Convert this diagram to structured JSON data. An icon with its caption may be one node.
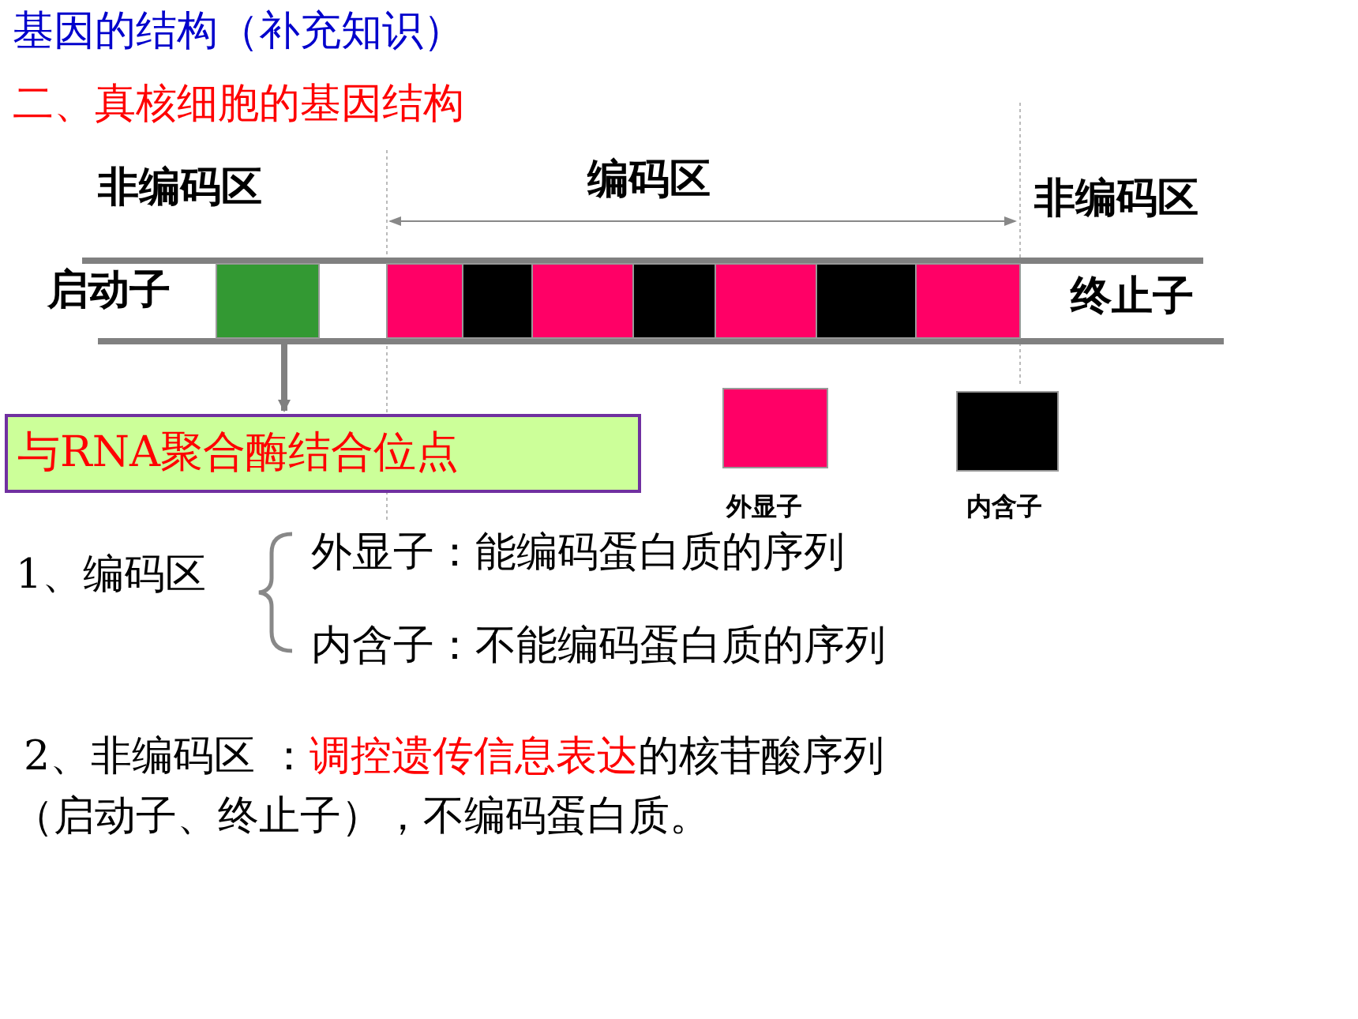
{
  "diagram": {
    "title": "基因的结构（补充知识）",
    "nodes": [
      {
        "text": [],
        "shape": "box"
      },
      {
        "text": [
          "与RNA聚合酶结合位点"
        ]
      }
    ],
    "edges": [
      {
        "from": 0,
        "to": 1,
        "arrow": "to"
      }
    ],
    "labels": [
      "二、真核细胞的基因结构",
      "非编码区",
      "编码区",
      "非编码区",
      "启动子",
      "终止子",
      "1、编码区",
      "外显子：能编码蛋白质的序列",
      "内含子：不能编码蛋白质的序列",
      "2、非编码区 ：",
      "调控遗传信息表达",
      "的核苷酸序列",
      "（启动子、终止子），不编码蛋白质。"
    ],
    "legend": [
      {
        "text": "外显子",
        "color": "#ff0066"
      },
      {
        "text": "内含子",
        "color": "#000000"
      }
    ]
  }
}
